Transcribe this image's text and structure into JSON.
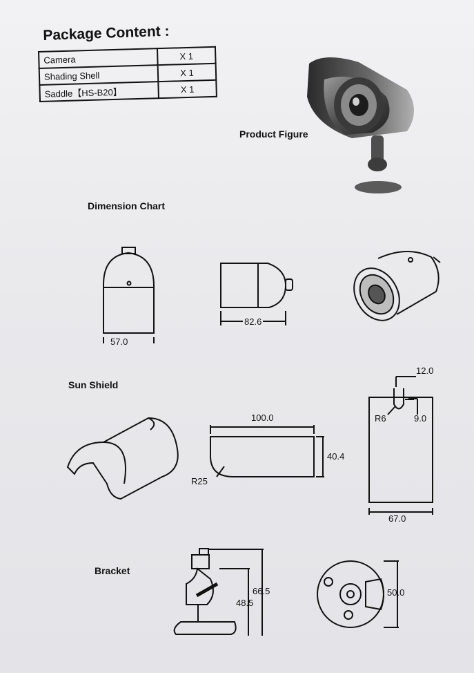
{
  "package": {
    "title": "Package Content :",
    "rows": [
      {
        "item": "Camera",
        "qty": "X 1"
      },
      {
        "item": "Shading Shell",
        "qty": "X 1"
      },
      {
        "item": "Saddle【HS-B20】",
        "qty": "X 1"
      }
    ]
  },
  "product_figure": {
    "label": "Product Figure"
  },
  "dimension_chart": {
    "label": "Dimension Chart",
    "width": "57.0",
    "length": "82.6"
  },
  "sun_shield": {
    "label": "Sun Shield",
    "length": "100.0",
    "height": "40.4",
    "radius": "R25",
    "top_width": "12.0",
    "small_radius": "R6",
    "notch": "9.0",
    "width": "67.0"
  },
  "bracket": {
    "label": "Bracket",
    "total_height": "66.5",
    "inner_height": "48.5",
    "base_width": "50.0"
  }
}
